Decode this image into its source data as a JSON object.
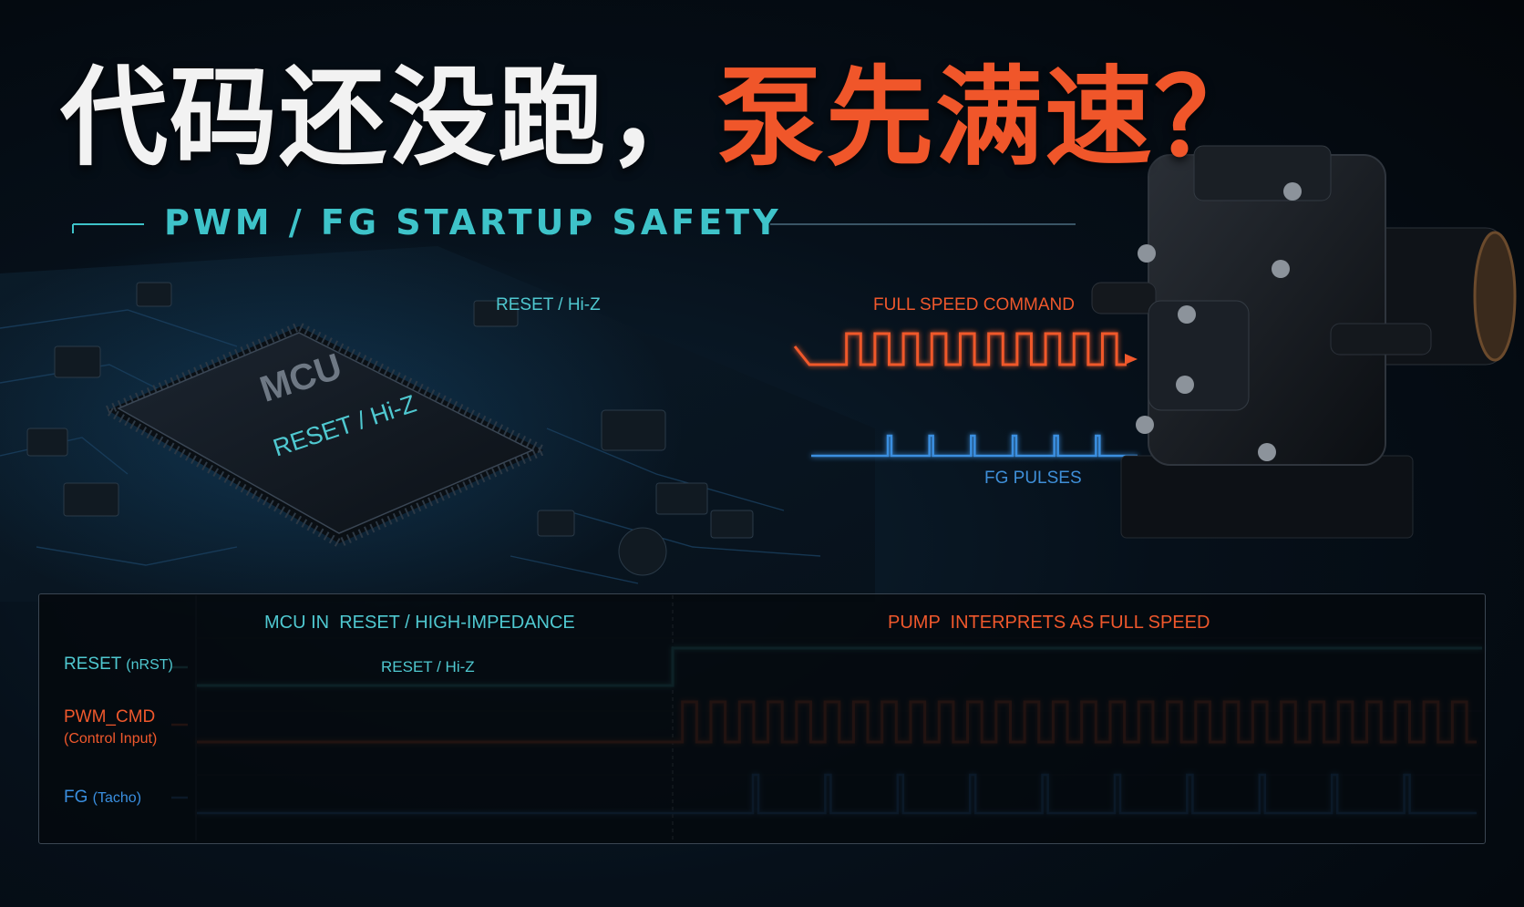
{
  "headline": {
    "part1": "代码还没跑，",
    "part2": "泵先满速？"
  },
  "subtitle": "PWM / FG STARTUP SAFETY",
  "chip": {
    "name": "MCU",
    "state": "RESET / Hi-Z"
  },
  "diagram": {
    "reset_label": "RESET / Hi-Z",
    "full_speed_label": "FULL SPEED COMMAND",
    "fg_label": "FG PULSES"
  },
  "timing": {
    "phase_left": "MCU IN  RESET / HIGH-IMPEDANCE",
    "phase_right": "PUMP  INTERPRETS AS FULL SPEED",
    "reset_annotation": "RESET / Hi-Z",
    "signals": [
      {
        "name": "RESET",
        "detail": "(nRST)",
        "color": "#4fc8d0"
      },
      {
        "name": "PWM_CMD",
        "detail": "(Control Input)",
        "color": "#f0582c"
      },
      {
        "name": "FG",
        "detail": "(Tacho)",
        "color": "#3a8fe0"
      }
    ],
    "pwm_pulse_count": 28,
    "fg_pulse_count": 10
  },
  "colors": {
    "teal": "#4fc8d0",
    "orange": "#f0582c",
    "blue": "#3a8fe0",
    "headline_white": "#f2f2f2"
  }
}
